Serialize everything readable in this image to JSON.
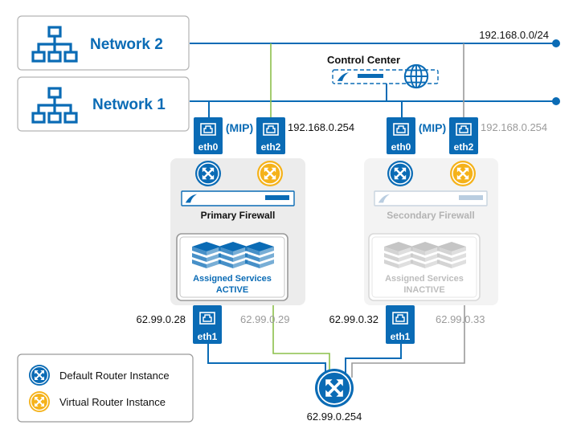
{
  "networks": {
    "net2": {
      "label": "Network 2",
      "subnet": "192.168.0.0/24"
    },
    "net1": {
      "label": "Network 1"
    }
  },
  "control_center": {
    "label": "Control Center"
  },
  "primary": {
    "eth0": "eth0",
    "eth2": "eth2",
    "mip": "(MIP)",
    "eth2_ip": "192.168.0.254",
    "name": "Primary Firewall",
    "services_label": "Assigned Services",
    "services_state": "ACTIVE",
    "eth1": "eth1",
    "eth1_ip": "62.99.0.28",
    "virtual_ip": "62.99.0.29"
  },
  "secondary": {
    "eth0": "eth0",
    "eth2": "eth2",
    "mip": "(MIP)",
    "eth2_ip": "192.168.0.254",
    "name": "Secondary Firewall",
    "services_label": "Assigned Services",
    "services_state": "INACTIVE",
    "eth1": "eth1",
    "eth1_ip": "62.99.0.32",
    "virtual_ip": "62.99.0.33"
  },
  "gateway": {
    "ip": "62.99.0.254"
  },
  "legend": {
    "default_router": "Default Router Instance",
    "virtual_router": "Virtual Router Instance"
  },
  "colors": {
    "blue": "#0a6bb5",
    "yellow": "#f5b21a",
    "green": "#8cc04b",
    "gray": "#9a9a9a",
    "light_gray": "#c8d4df",
    "panel": "#ececec"
  }
}
